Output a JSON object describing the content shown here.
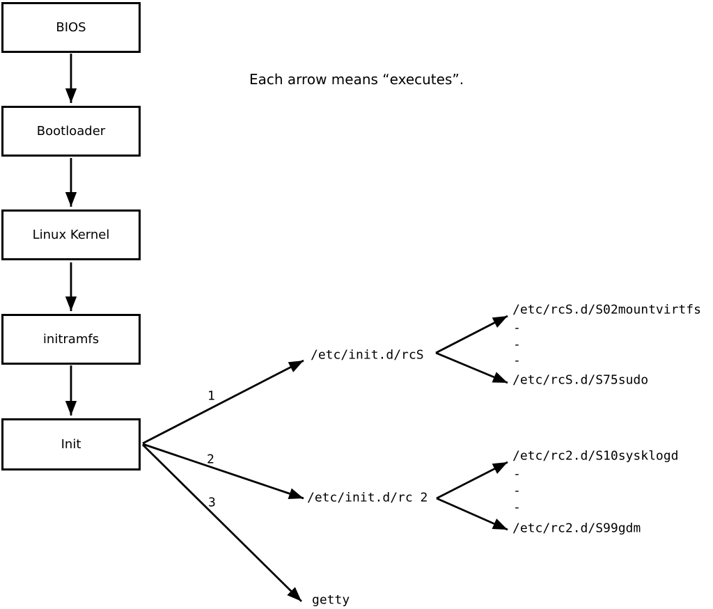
{
  "note": "Each arrow means “executes”.",
  "chain": [
    {
      "label": "BIOS"
    },
    {
      "label": "Bootloader"
    },
    {
      "label": "Linux Kernel"
    },
    {
      "label": "initramfs"
    },
    {
      "label": "Init"
    }
  ],
  "branches": [
    {
      "number": "1",
      "target": "/etc/init.d/rcS",
      "scripts": [
        "/etc/rcS.d/S02mountvirtfs",
        "-",
        "-",
        "-",
        "/etc/rcS.d/S75sudo"
      ]
    },
    {
      "number": "2",
      "target": "/etc/init.d/rc 2",
      "scripts": [
        "/etc/rc2.d/S10sysklogd",
        "-",
        "-",
        "-",
        "/etc/rc2.d/S99gdm"
      ]
    },
    {
      "number": "3",
      "target": "getty",
      "scripts": []
    }
  ],
  "colors": {
    "line": "#000000",
    "background": "#ffffff",
    "box_fill": "#ffffff"
  }
}
